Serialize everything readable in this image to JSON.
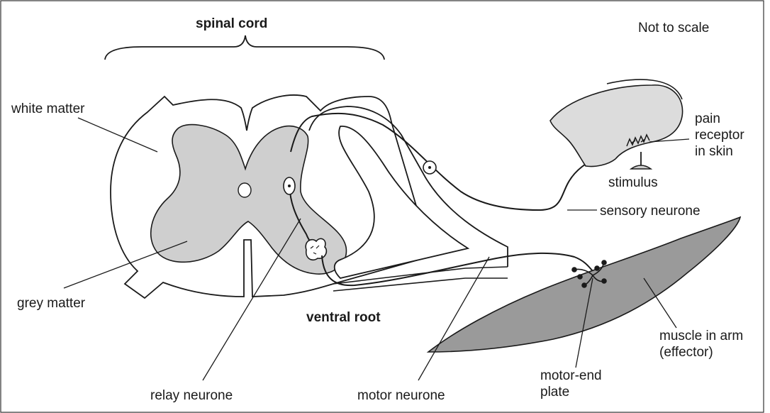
{
  "labels": {
    "spinal_cord": "spinal cord",
    "not_to_scale": "Not to scale",
    "white_matter": "white matter",
    "grey_matter": "grey matter",
    "pain_receptor": [
      "pain",
      "receptor",
      "in skin"
    ],
    "stimulus": "stimulus",
    "sensory_neurone": "sensory neurone",
    "ventral_root": "ventral root",
    "muscle": [
      "muscle in arm",
      "(effector)"
    ],
    "motor_end_plate": [
      "motor-end",
      "plate"
    ],
    "relay_neurone": "relay neurone",
    "motor_neurone": "motor neurone"
  },
  "colors": {
    "grey_matter_fill": "#cfcfcf",
    "muscle_fill": "#9a9a9a",
    "skin_fill": "#dcdcdc",
    "outline": "#1a1a1a"
  }
}
